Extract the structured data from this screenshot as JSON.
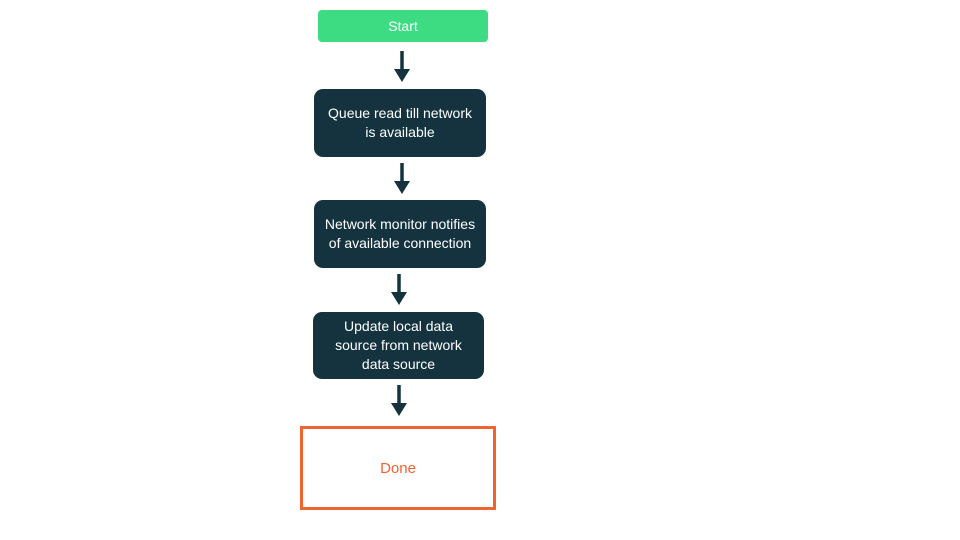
{
  "flowchart": {
    "nodes": [
      {
        "id": "start",
        "type": "start",
        "label": "Start"
      },
      {
        "id": "queue-read",
        "type": "process",
        "label": "Queue read till network is available"
      },
      {
        "id": "network-monitor",
        "type": "process",
        "label": "Network monitor notifies of available connection"
      },
      {
        "id": "update-local-data",
        "type": "process",
        "label": "Update local data source from network data source"
      },
      {
        "id": "done",
        "type": "end",
        "label": "Done"
      }
    ],
    "connections": [
      {
        "from": "start",
        "to": "queue-read"
      },
      {
        "from": "queue-read",
        "to": "network-monitor"
      },
      {
        "from": "network-monitor",
        "to": "update-local-data"
      },
      {
        "from": "update-local-data",
        "to": "done"
      }
    ],
    "colors": {
      "start_fill": "#3ddc83",
      "start_text": "#ffffff",
      "process_fill": "#14333f",
      "process_text": "#ffffff",
      "arrow": "#14333f",
      "end_border": "#f0642f",
      "end_text": "#f0642f",
      "canvas_background": "#ffffff"
    }
  }
}
